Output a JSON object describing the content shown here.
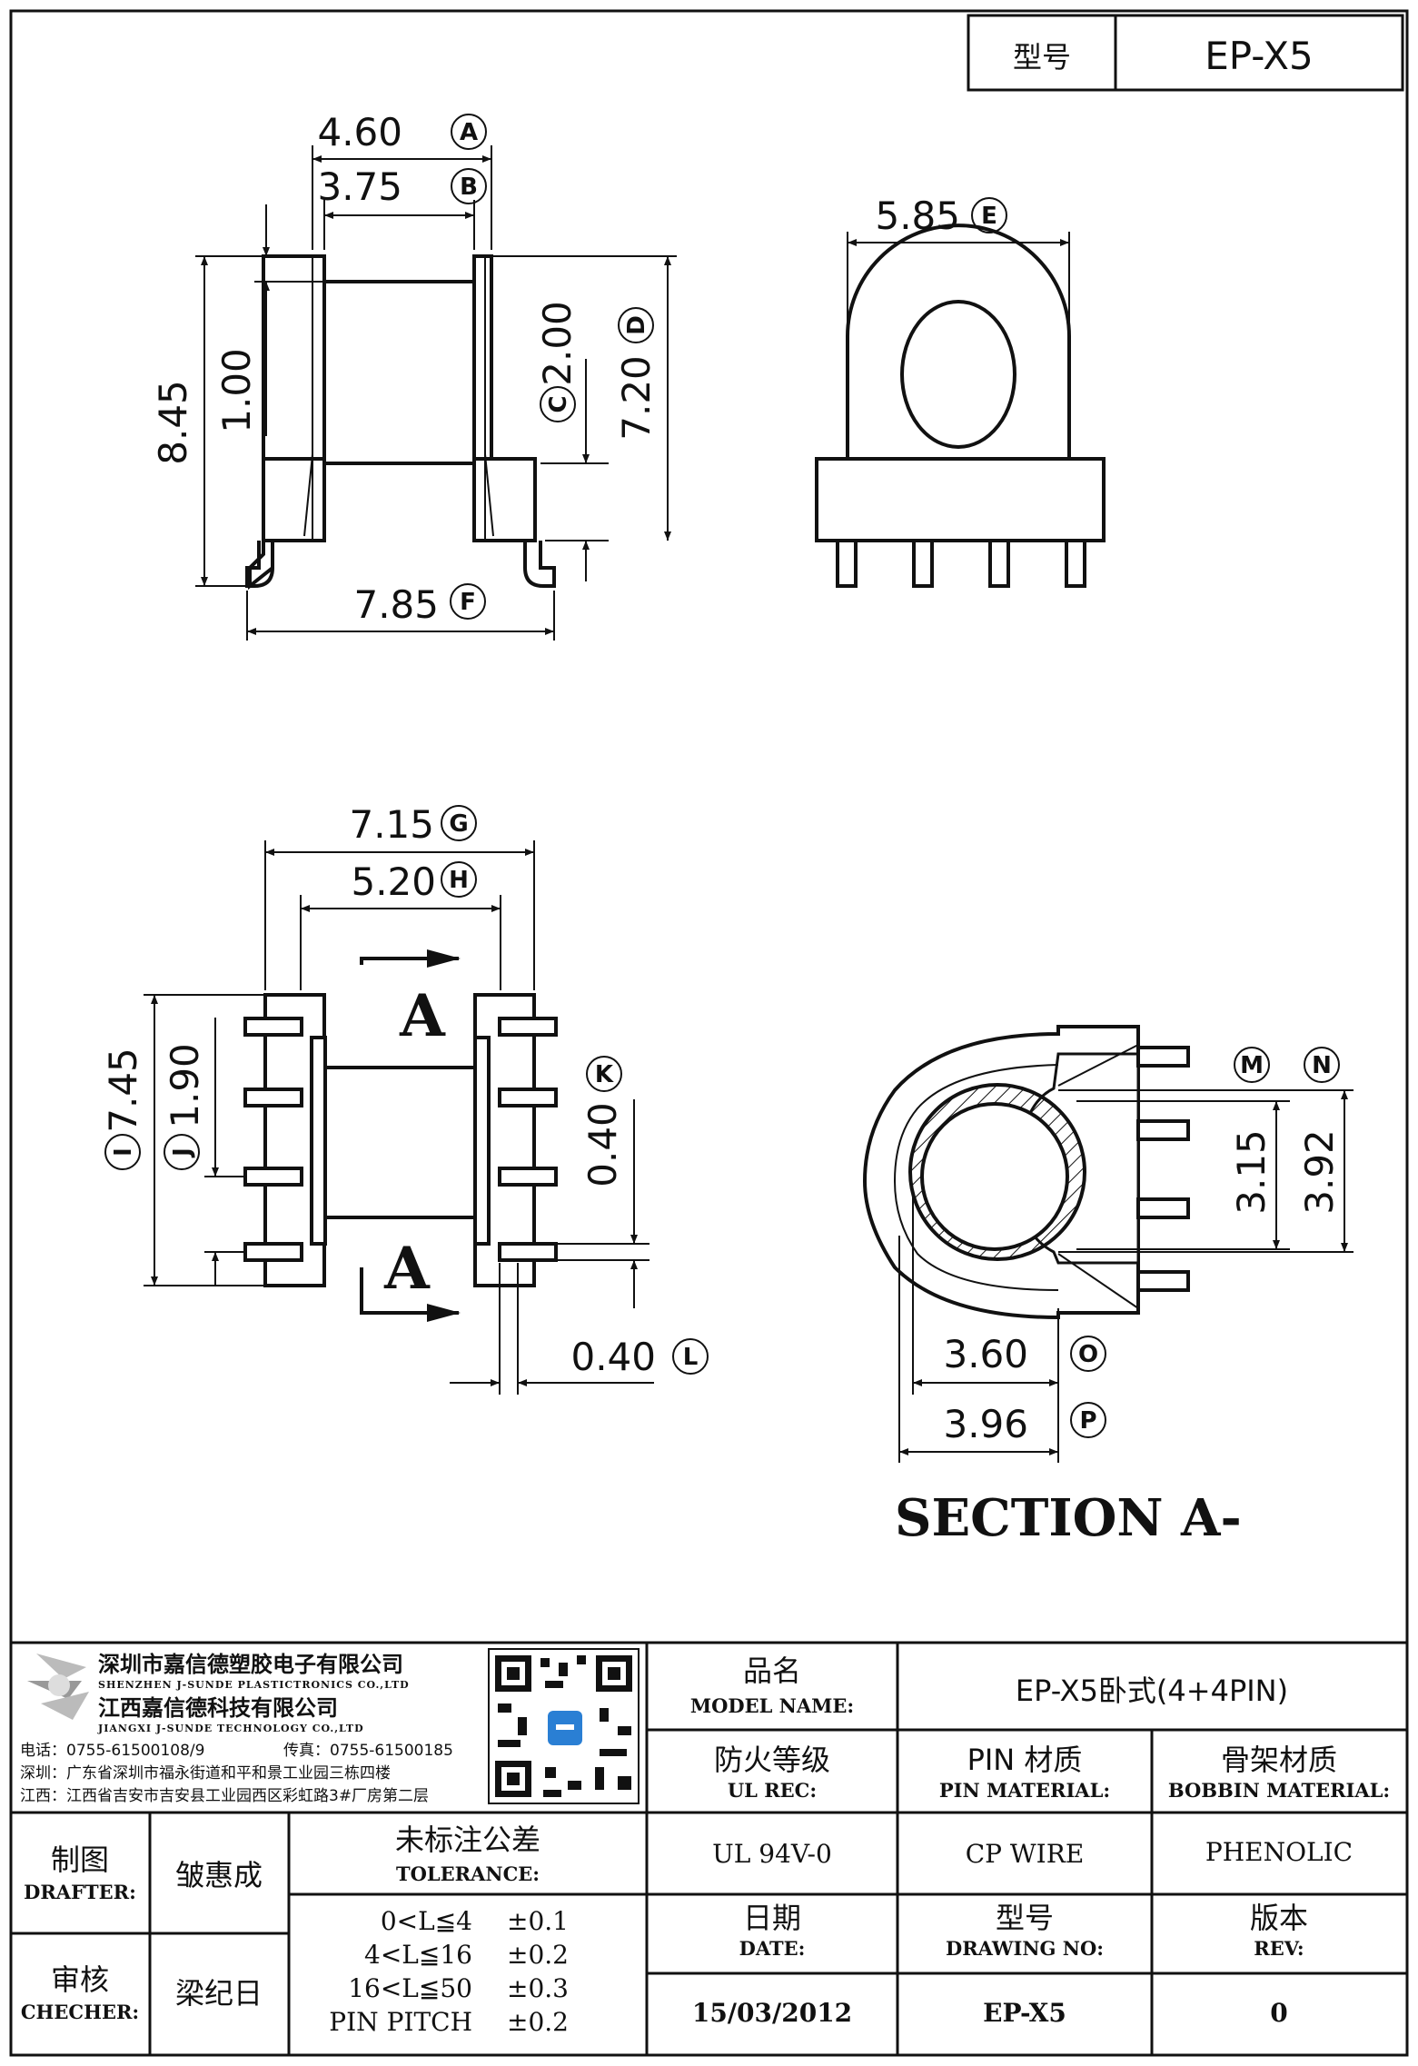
{
  "header": {
    "model_label": "型号",
    "model_value": "EP-X5"
  },
  "dimensions": {
    "A": {
      "value": "4.60",
      "letter": "A"
    },
    "B": {
      "value": "3.75",
      "letter": "B"
    },
    "C": {
      "value": "2.00",
      "letter": "C"
    },
    "D": {
      "value": "7.20",
      "letter": "D"
    },
    "E": {
      "value": "5.85",
      "letter": "E"
    },
    "F": {
      "value": "7.85",
      "letter": "F"
    },
    "G": {
      "value": "7.15",
      "letter": "G"
    },
    "H": {
      "value": "5.20",
      "letter": "H"
    },
    "I": {
      "value": "7.45",
      "letter": "I"
    },
    "J": {
      "value": "1.90",
      "letter": "J"
    },
    "K": {
      "value": "0.40",
      "letter": "K"
    },
    "L": {
      "value": "0.40",
      "letter": "L"
    },
    "M": {
      "letter": "M"
    },
    "N": {
      "letter": "N"
    },
    "O": {
      "value": "3.60",
      "letter": "O"
    },
    "P": {
      "value": "3.96",
      "letter": "P"
    },
    "height_total": "8.45",
    "height_small": "1.00",
    "width_315": "3.15",
    "width_392": "3.92"
  },
  "section_marker": "A",
  "section_title": "SECTION A-",
  "company": {
    "name1": "深圳市嘉信德塑胶电子有限公司",
    "name1_en": "SHENZHEN J-SUNDE PLASTICTRONICS CO.,LTD",
    "name2": "江西嘉信德科技有限公司",
    "name2_en": "JIANGXI J-SUNDE TECHNOLOGY CO.,LTD",
    "phone": "电话：0755-61500108/9",
    "fax": "传真：0755-61500185",
    "addr_sz": "深圳：广东省深圳市福永街道和平和景工业园三栋四楼",
    "addr_jx": "江西：江西省吉安市吉安县工业园西区彩虹路3#厂房第二层"
  },
  "title_block": {
    "model_name_cn": "品名",
    "model_name_en": "MODEL NAME:",
    "model_name_value": "EP-X5卧式(4+4PIN)",
    "ul_cn": "防火等级",
    "ul_en": "UL REC:",
    "ul_value": "UL 94V-0",
    "pin_cn": "PIN 材质",
    "pin_en": "PIN MATERIAL:",
    "pin_value": "CP WIRE",
    "bobbin_cn": "骨架材质",
    "bobbin_en": "BOBBIN MATERIAL:",
    "bobbin_value": "PHENOLIC",
    "drafter_cn": "制图",
    "drafter_en": "DRAFTER:",
    "drafter_value": "皱惠成",
    "checker_cn": "审核",
    "checker_en": "CHECHER:",
    "checker_value": "梁纪日",
    "tol_cn": "未标注公差",
    "tol_en": "TOLERANCE:",
    "tolerances": [
      {
        "range": "0<L≦4",
        "value": "±0.1"
      },
      {
        "range": "4<L≦16",
        "value": "±0.2"
      },
      {
        "range": "16<L≦50",
        "value": "±0.3"
      },
      {
        "range": "PIN PITCH",
        "value": "±0.2"
      }
    ],
    "date_cn": "日期",
    "date_en": "DATE:",
    "date_value": "15/03/2012",
    "drawing_cn": "型号",
    "drawing_en": "DRAWING NO:",
    "drawing_value": "EP-X5",
    "rev_cn": "版本",
    "rev_en": "REV:",
    "rev_value": "0"
  }
}
